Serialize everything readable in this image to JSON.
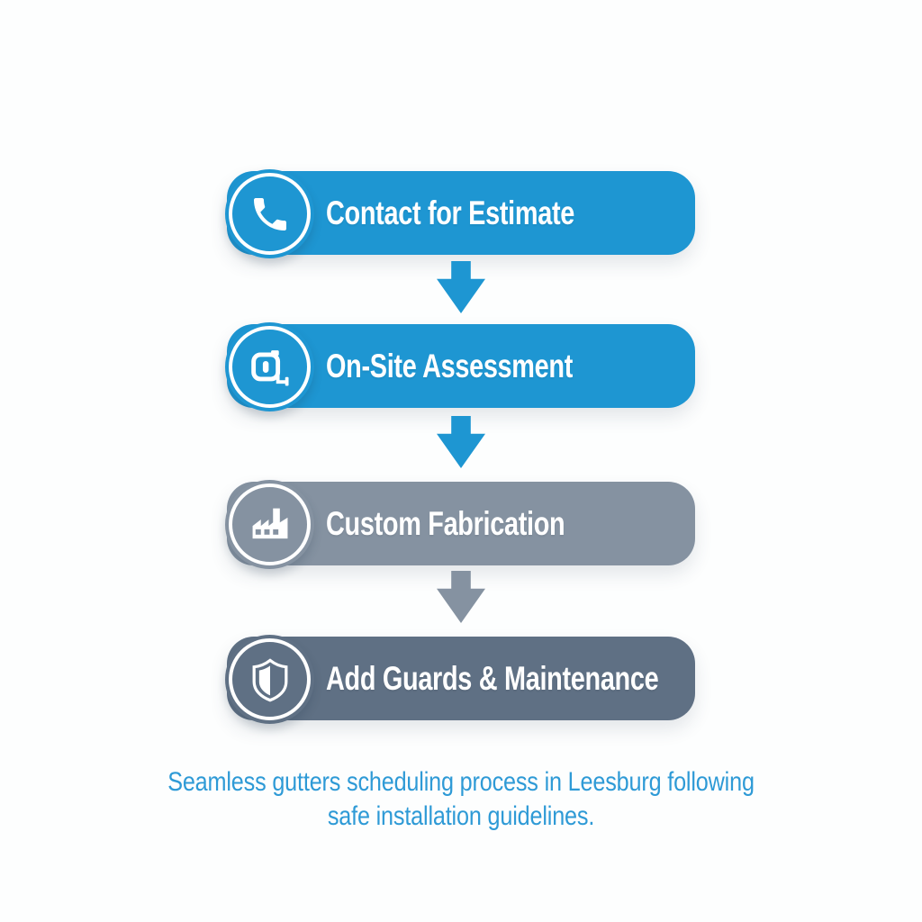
{
  "page": {
    "background_color": "#fdfefe"
  },
  "diagram": {
    "steps": [
      {
        "label": "Contact for Estimate",
        "color": "#1e96d2",
        "icon": "phone-icon"
      },
      {
        "label": "On-Site Assessment",
        "color": "#1e96d2",
        "icon": "measuring-tape-icon"
      },
      {
        "label": "Custom Fabrication",
        "color": "#8592a1",
        "icon": "factory-icon"
      },
      {
        "label": "Add Guards & Maintenance",
        "color": "#5f7084",
        "icon": "shield-icon"
      }
    ],
    "arrows": [
      {
        "color": "#1e96d2"
      },
      {
        "color": "#1e96d2"
      },
      {
        "color": "#8592a1"
      }
    ],
    "caption": {
      "line1": "Seamless gutters scheduling process in Leesburg following",
      "line2": "safe installation guidelines.",
      "color": "#2e9ad6"
    },
    "text_color_on_pills": "#ffffff"
  }
}
